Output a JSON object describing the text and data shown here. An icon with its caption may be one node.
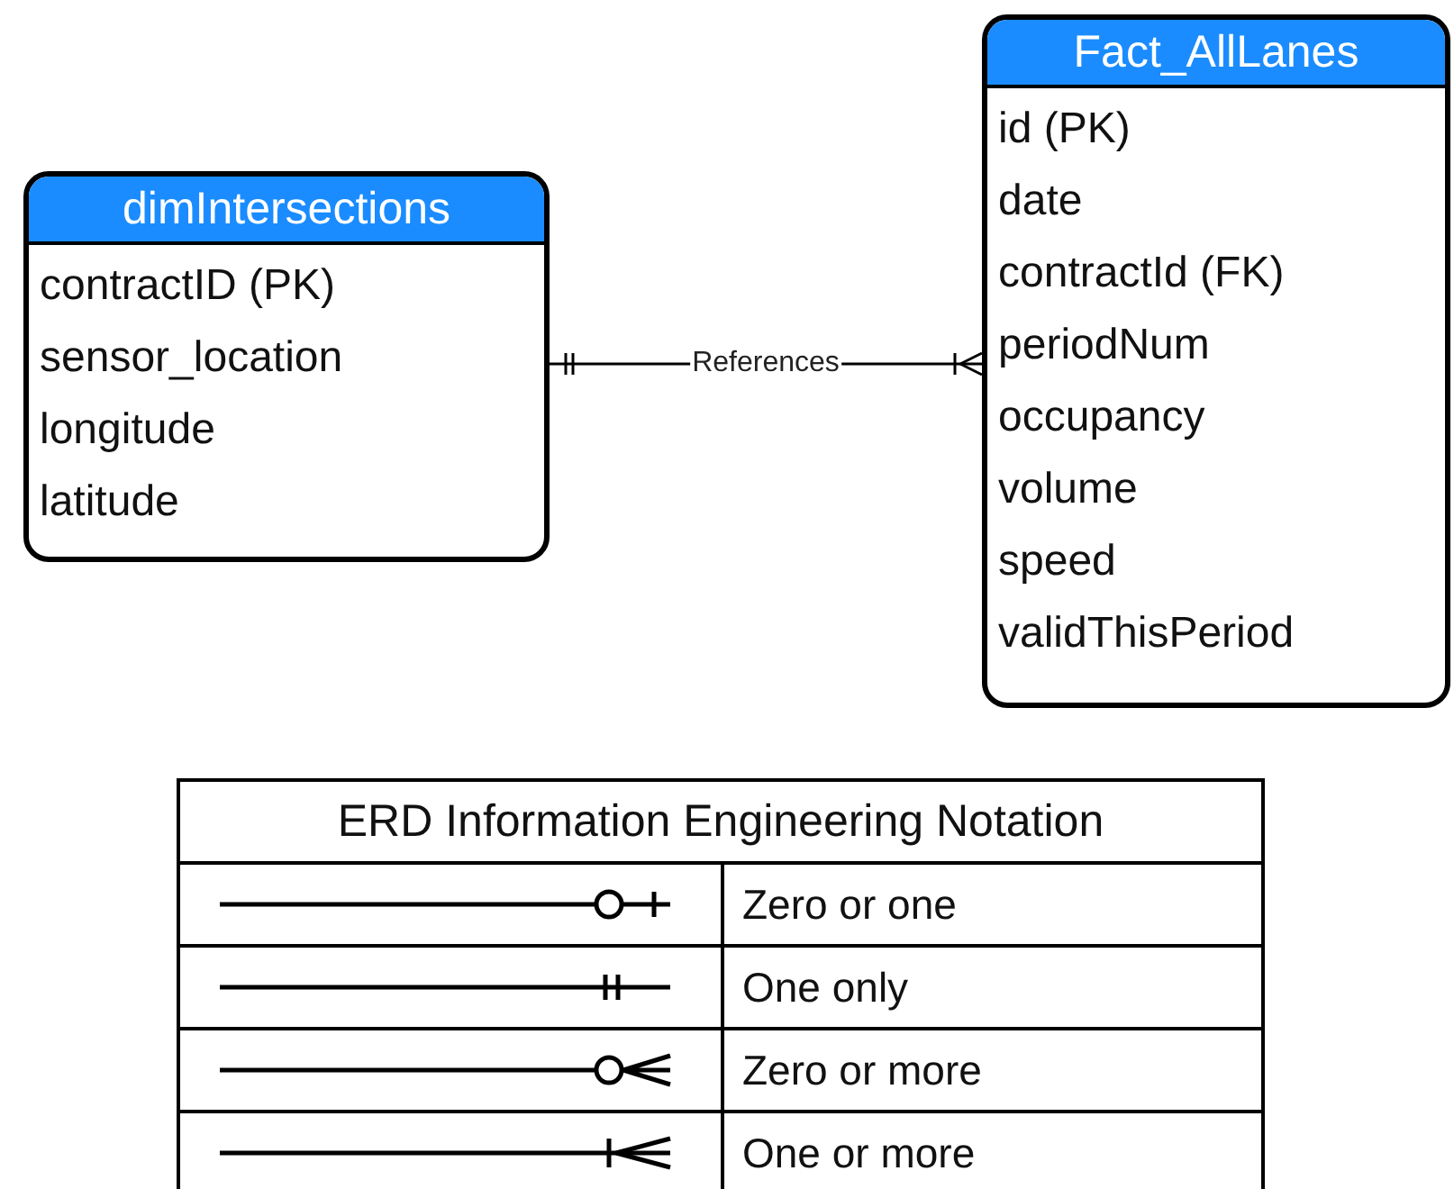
{
  "diagram": {
    "nodes": [
      {
        "text": [
          "dimIntersections",
          "contractID (PK)",
          "sensor_location",
          "longitude",
          "latitude"
        ]
      },
      {
        "text": [
          "Fact_AllLanes",
          "id (PK)",
          "date",
          "contractId (FK)",
          "periodNum",
          "occupancy",
          "volume",
          "speed",
          "validThisPeriod"
        ]
      }
    ],
    "edges": [
      {
        "from": 0,
        "to": 1,
        "arrow": "other",
        "label": "References"
      }
    ],
    "labels": [
      "ERD Information Engineering Notation"
    ],
    "legend": [
      {
        "text": "Zero or one"
      },
      {
        "text": "One only"
      },
      {
        "text": "Zero or more"
      },
      {
        "text": "One or more"
      }
    ]
  }
}
